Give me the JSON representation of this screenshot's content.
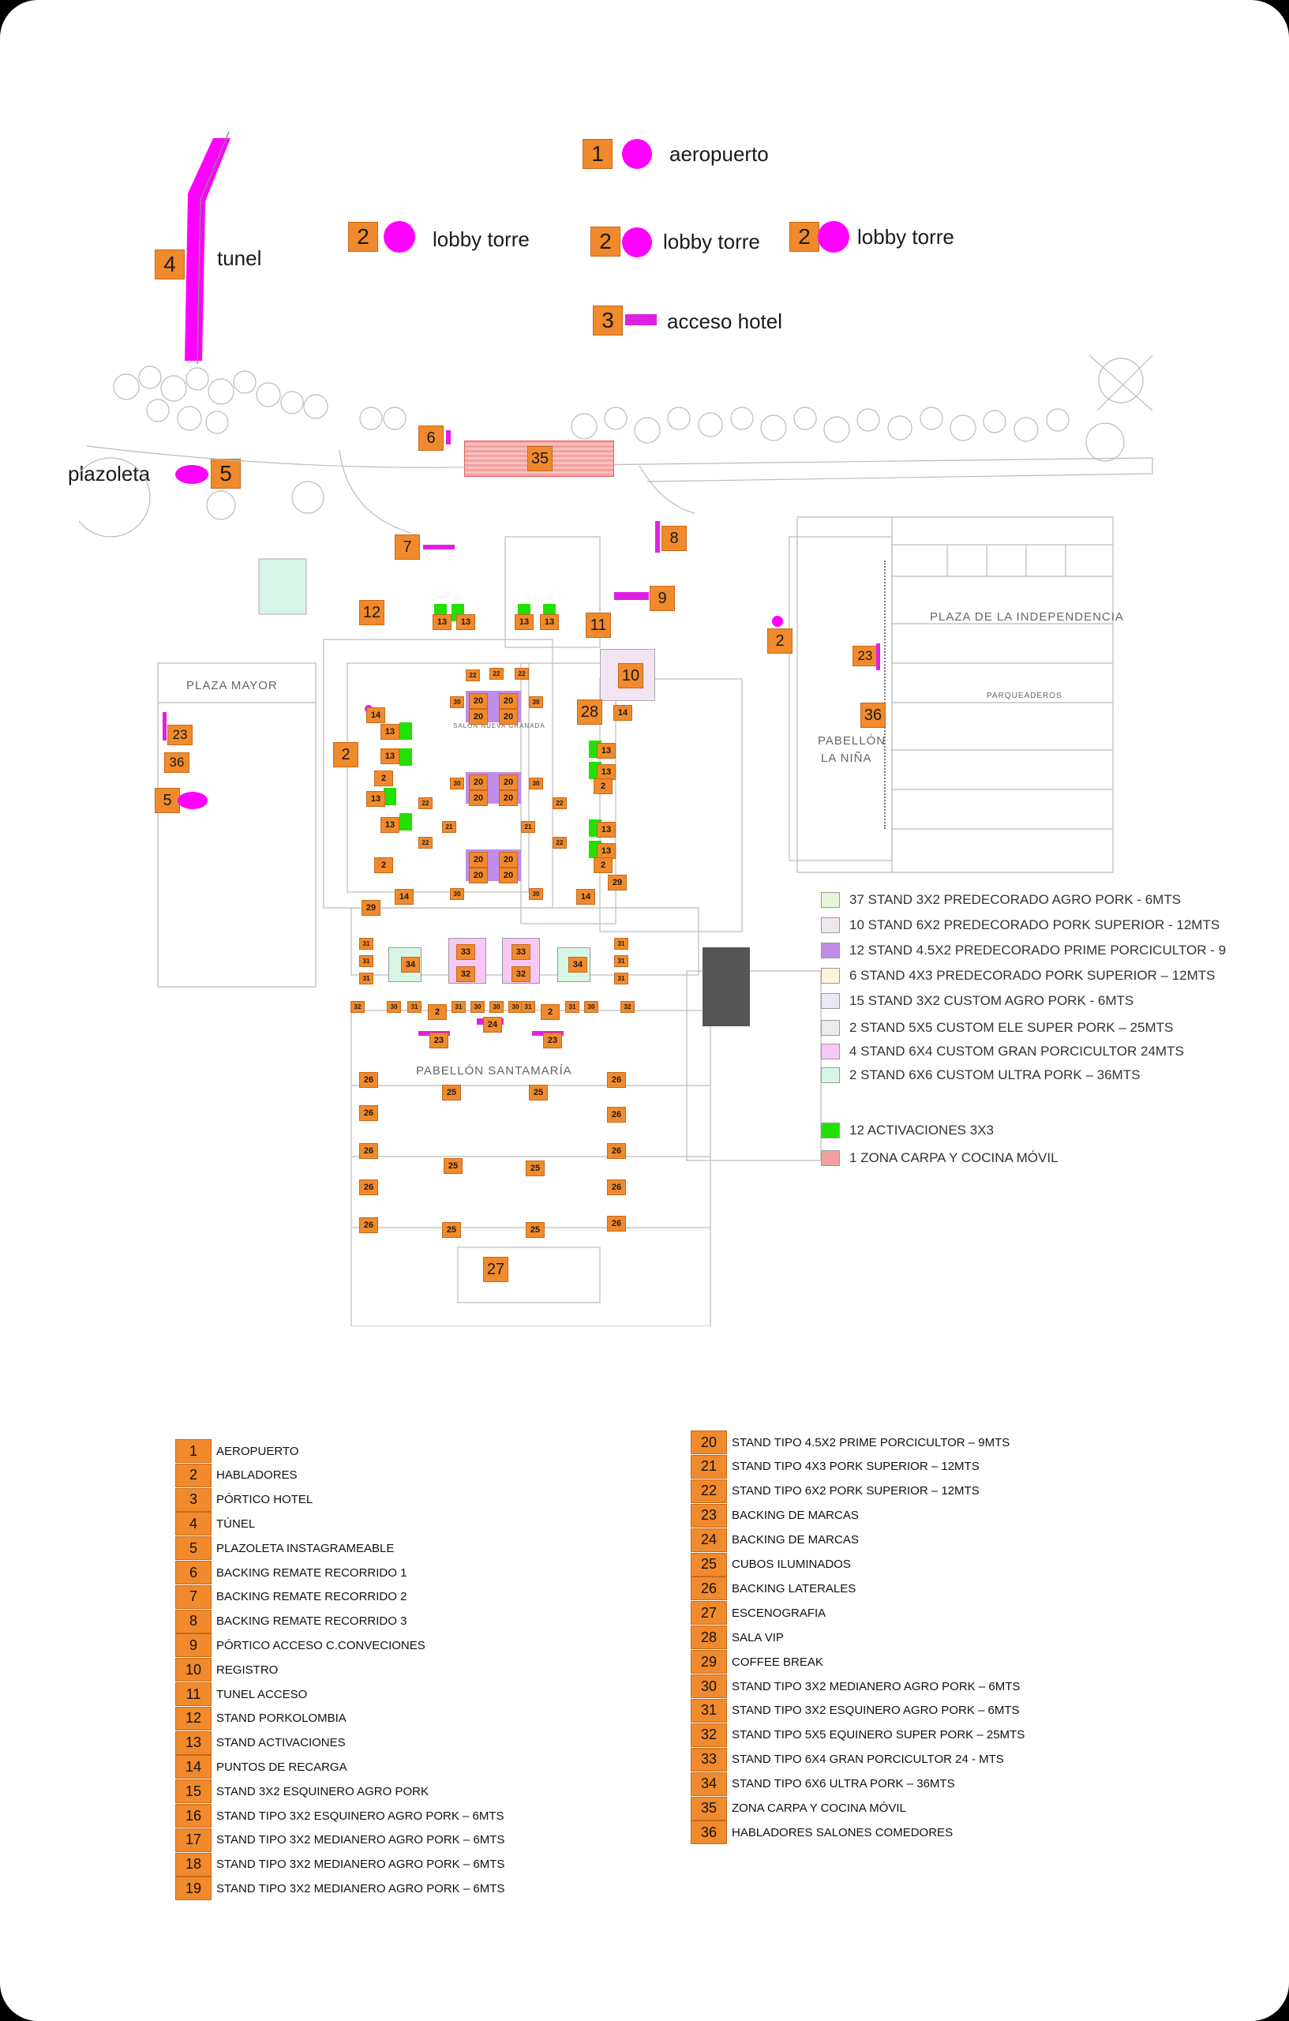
{
  "top_labels": {
    "aeropuerto": {
      "num": "1",
      "text": "aeropuerto"
    },
    "lobby_torre": [
      {
        "num": "2",
        "text": "lobby torre"
      },
      {
        "num": "2",
        "text": "lobby torre"
      },
      {
        "num": "2",
        "text": "lobby torre"
      }
    ],
    "acceso_hotel": {
      "num": "3",
      "text": "acceso hotel"
    },
    "tunel": {
      "num": "4",
      "text": "tunel"
    },
    "plazoleta": {
      "num": "5",
      "text": "plazoleta"
    }
  },
  "plan_labels": {
    "plaza_mayor": "PLAZA MAYOR",
    "plaza_independencia": "PLAZA DE LA INDEPENDENCIA",
    "parqueaderos": "PARQUEADEROS",
    "pabellon_nina_1": "PABELLÓN",
    "pabellon_nina_2": "LA NIÑA",
    "pabellon_santamaria": "PABELLÓN SANTAMARÍA",
    "salon_nueva_granada": "SALÓN NUEVA GRANADA"
  },
  "plan_markers": {
    "m6": "6",
    "m35": "35",
    "m7": "7",
    "m8": "8",
    "m9": "9",
    "m12": "12",
    "m11": "11",
    "m10": "10",
    "m2_right": "2",
    "m23_right": "23",
    "m36_right": "36",
    "m23_left": "23",
    "m36_left": "36",
    "m5_left": "5",
    "m2_left": "2",
    "m28": "28",
    "m27": "27",
    "m24": "24",
    "m23": "23",
    "m26": "26",
    "m25": "25",
    "m13": "13",
    "m14": "14",
    "m22": "22",
    "m20": "20",
    "m21": "21",
    "m29": "29",
    "m34": "34",
    "m33": "33",
    "m32": "32",
    "m31": "31",
    "m30": "30",
    "m2": "2"
  },
  "legend": [
    {
      "text": "37 STAND 3X2 PREDECORADO AGRO PORK - 6MTS",
      "color": "#e6f5d8"
    },
    {
      "text": "10 STAND 6X2 PREDECORADO PORK SUPERIOR - 12MTS",
      "color": "#f0e6f0"
    },
    {
      "text": "12 STAND 4.5X2 PREDECORADO PRIME PORCICULTOR - 9",
      "color": "#c08ce8"
    },
    {
      "text": "6 STAND 4X3 PREDECORADO PORK SUPERIOR – 12MTS",
      "color": "#faf5d8"
    },
    {
      "text": "15 STAND 3X2 CUSTOM AGRO PORK - 6MTS",
      "color": "#e8e8f8"
    },
    {
      "text": "2 STAND 5X5 CUSTOM ELE SUPER PORK – 25MTS",
      "color": "#ececec"
    },
    {
      "text": "4 STAND 6X4 CUSTOM GRAN PORCICULTOR 24MTS",
      "color": "#f6c8f6"
    },
    {
      "text": "2 STAND 6X6 CUSTOM ULTRA PORK – 36MTS",
      "color": "#d8f6e6"
    },
    {
      "text": "12 ACTIVACIONES 3X3",
      "color": "#22e000"
    },
    {
      "text": "1 ZONA CARPA Y COCINA MÓVIL",
      "color": "#f4a0a0"
    }
  ],
  "key_left": [
    {
      "num": "1",
      "text": "AEROPUERTO"
    },
    {
      "num": "2",
      "text": "HABLADORES"
    },
    {
      "num": "3",
      "text": "PÓRTICO HOTEL"
    },
    {
      "num": "4",
      "text": "TÚNEL"
    },
    {
      "num": "5",
      "text": "PLAZOLETA INSTAGRAMEABLE"
    },
    {
      "num": "6",
      "text": "BACKING REMATE RECORRIDO 1"
    },
    {
      "num": "7",
      "text": "BACKING REMATE RECORRIDO 2"
    },
    {
      "num": "8",
      "text": "BACKING REMATE RECORRIDO 3"
    },
    {
      "num": "9",
      "text": "PÓRTICO ACCESO C.CONVECIONES"
    },
    {
      "num": "10",
      "text": "REGISTRO"
    },
    {
      "num": "11",
      "text": "TUNEL ACCESO"
    },
    {
      "num": "12",
      "text": "STAND PORKOLOMBIA"
    },
    {
      "num": "13",
      "text": "STAND ACTIVACIONES"
    },
    {
      "num": "14",
      "text": "PUNTOS DE RECARGA"
    },
    {
      "num": "15",
      "text": "STAND 3X2 ESQUINERO AGRO PORK"
    },
    {
      "num": "16",
      "text": "STAND TIPO 3X2 ESQUINERO AGRO PORK – 6MTS"
    },
    {
      "num": "17",
      "text": "STAND TIPO 3X2 MEDIANERO AGRO PORK – 6MTS"
    },
    {
      "num": "18",
      "text": "STAND TIPO 3X2 MEDIANERO AGRO PORK – 6MTS"
    },
    {
      "num": "19",
      "text": "STAND TIPO 3X2 MEDIANERO AGRO PORK – 6MTS"
    }
  ],
  "key_right": [
    {
      "num": "20",
      "text": "STAND TIPO 4.5X2 PRIME PORCICULTOR – 9MTS"
    },
    {
      "num": "21",
      "text": "STAND TIPO 4X3 PORK SUPERIOR – 12MTS"
    },
    {
      "num": "22",
      "text": "STAND TIPO 6X2 PORK SUPERIOR – 12MTS"
    },
    {
      "num": "23",
      "text": "BACKING DE MARCAS"
    },
    {
      "num": "24",
      "text": "BACKING DE MARCAS"
    },
    {
      "num": "25",
      "text": "CUBOS ILUMINADOS"
    },
    {
      "num": "26",
      "text": "BACKING LATERALES"
    },
    {
      "num": "27",
      "text": "ESCENOGRAFIA"
    },
    {
      "num": "28",
      "text": "SALA VIP"
    },
    {
      "num": "29",
      "text": "COFFEE BREAK"
    },
    {
      "num": "30",
      "text": "STAND TIPO 3X2 MEDIANERO AGRO PORK – 6MTS"
    },
    {
      "num": "31",
      "text": "STAND TIPO 3X2 ESQUINERO AGRO PORK – 6MTS"
    },
    {
      "num": "32",
      "text": "STAND TIPO 5X5 EQUINERO SUPER PORK – 25MTS"
    },
    {
      "num": "33",
      "text": "STAND TIPO 6X4 GRAN PORCICULTOR 24 - MTS"
    },
    {
      "num": "34",
      "text": "STAND TIPO 6X6 ULTRA PORK – 36MTS"
    },
    {
      "num": "35",
      "text": "ZONA CARPA Y COCINA MÓVIL"
    },
    {
      "num": "36",
      "text": "HABLADORES SALONES COMEDORES"
    }
  ],
  "colors": {
    "marker": "#f08a2c",
    "magenta": "#ff00ff",
    "activation": "#22e000"
  }
}
